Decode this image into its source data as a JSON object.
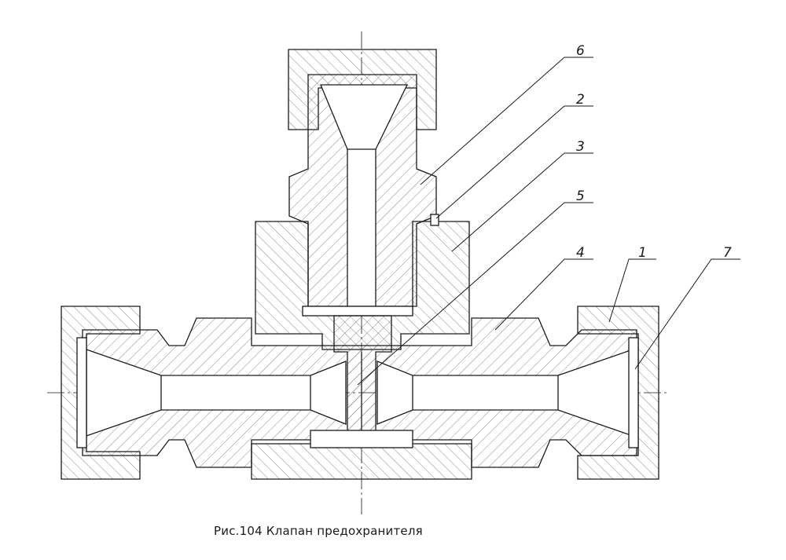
{
  "figure": {
    "caption": "Рис.104 Клапан предохранителя"
  },
  "callouts": [
    {
      "label": "6"
    },
    {
      "label": "2"
    },
    {
      "label": "3"
    },
    {
      "label": "5"
    },
    {
      "label": "4"
    },
    {
      "label": "1"
    },
    {
      "label": "7"
    }
  ]
}
